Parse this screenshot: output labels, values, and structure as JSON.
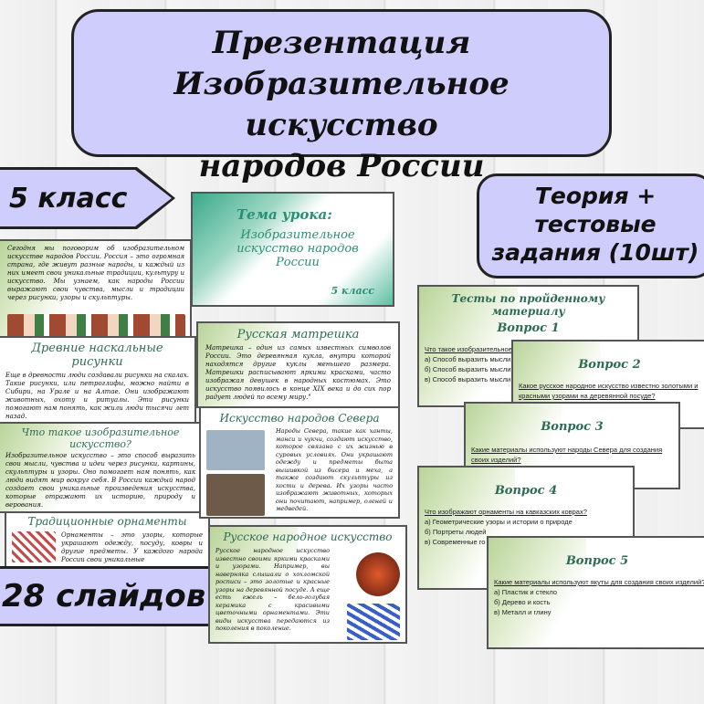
{
  "title": {
    "line1": "Презентация",
    "line2": "Изобразительное искусство",
    "line3": "народов России"
  },
  "grade_badge": "5 класс",
  "slides_badge": "28 слайдов",
  "theory_badge": {
    "line1": "Теория +",
    "line2": "тестовые",
    "line3": "задания (10шт)"
  },
  "cover_slide": {
    "topic_label": "Тема урока:",
    "title": "Изобразительное искусство народов России",
    "grade": "5 класс"
  },
  "slides": {
    "intro": {
      "text": "Сегодня мы поговорим об изобразительном искусстве народов России. Россия – это огромная страна, где живут разные народы, и каждый из них имеет свои уникальные традиции, культуру и искусство. Мы узнаем, как народы России выражают свои чувства, мысли и традиции через рисунки, узоры и скульптуры."
    },
    "cave": {
      "title": "Древние наскальные рисунки",
      "text": "Еще в древности люди создавали рисунки на скалах. Такие рисунки, или петроглифы, можно найти в Сибири, на Урале и на Алтае. Они изображают животных, охоту и ритуалы. Эти рисунки помогают нам понять, как жили люди тысячи лет назад."
    },
    "what": {
      "title": "Что такое изобразительное искусство?",
      "text": "Изобразительное искусство – это способ выразить свои мысли, чувства и идеи через рисунки, картины, скульптуры и узоры. Оно помогает нам понять, как люди видят мир вокруг себя. В России каждый народ создает свои уникальные произведения искусства, которые отражают их историю, природу и верования."
    },
    "ornaments": {
      "title": "Традиционные орнаменты",
      "text": "Орнаменты – это узоры, которые украшают одежду, посуду, ковры и другие предметы. У каждого народа России свои уникальные"
    },
    "matryoshka": {
      "title": "Русская матрешка",
      "text": "Матрешка – один из самых известных символов России. Это деревянная кукла, внутри которой находятся другие куклы меньшего размера. Матрешки расписывают яркими красками, часто изображая девушек в народных костюмах. Это искусство появилось в конце XIX века и до сих пор радует людей по всему миру.\""
    },
    "north": {
      "title": "Искусство народов Севера",
      "text": "Народы Севера, такие как ханты, манси и чукчи, создают искусство, которое связано с их жизнью в суровых условиях. Они украшают одежду и предметы быта вышивкой из бисера и меха, а также создают скульптуры из кости и дерева. Их узоры часто изображают животных, которых они почитают, например, оленей и медведей."
    },
    "folk": {
      "title": "Русское народное искусство",
      "text": "Русское народное искусство известно своими яркими красками и узорами. Например, вы наверняка слышали о хохломской росписи – это золотые и красные узоры на деревянной посуде. А еще есть гжель – бело-голубая керамика с красивыми цветочными орнаментами. Эти виды искусства передаются из поколения в поколение."
    }
  },
  "tests": {
    "header": "Тесты по пройденному материалу",
    "q1": {
      "label": "Вопрос 1",
      "question": "Что такое изобразительное",
      "a": "а) Способ выразить мысли ч",
      "b": "б) Способ выразить мысли ч",
      "c": "в) Способ выразить мысли ч"
    },
    "q2": {
      "label": "Вопрос 2",
      "question": "Какое русское народное искусство известно золотыми и красными узорами на деревянной посуде?"
    },
    "q3": {
      "label": "Вопрос 3",
      "question": "Какие материалы используют народы Севера для создания своих изделий?"
    },
    "q4": {
      "label": "Вопрос 4",
      "question": "Что изображают орнаменты на кавказских коврах?",
      "a": "а) Геометрические узоры и истории о природе",
      "b": "б) Портреты людей",
      "c": "в) Современные го"
    },
    "q5": {
      "label": "Вопрос 5",
      "question": "Какие материалы используют якуты для создания своих изделий?",
      "a": "а) Пластик и стекло",
      "b": "б) Дерево и кость",
      "c": "в) Металл и глину"
    }
  },
  "colors": {
    "badge": "#cfcdfb",
    "accent": "#2e6b55",
    "teal": "#4fb89a",
    "green": "#b9d49a"
  }
}
